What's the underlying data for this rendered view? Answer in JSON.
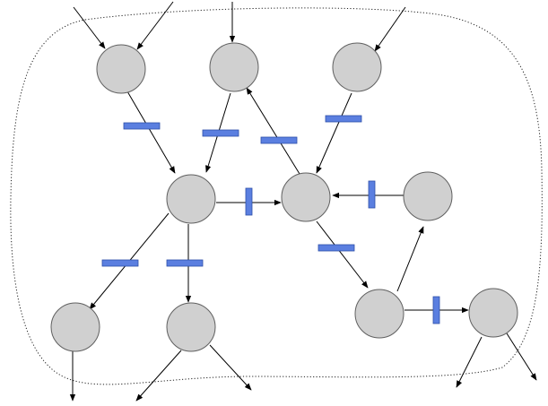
{
  "diagram": {
    "type": "petri-net",
    "colors": {
      "place_fill": "#d0d0d0",
      "place_stroke": "#606060",
      "transition_fill": "#5b7fe0",
      "arc": "#000000"
    },
    "places": [
      {
        "id": "p-top-1"
      },
      {
        "id": "p-top-2"
      },
      {
        "id": "p-top-3"
      },
      {
        "id": "p-center-left"
      },
      {
        "id": "p-center"
      },
      {
        "id": "p-right"
      },
      {
        "id": "p-bottom-left"
      },
      {
        "id": "p-bottom-mid"
      },
      {
        "id": "p-bottom-right-1"
      },
      {
        "id": "p-bottom-right-2"
      }
    ],
    "transitions": [
      {
        "id": "t1"
      },
      {
        "id": "t2"
      },
      {
        "id": "t3"
      },
      {
        "id": "t4"
      },
      {
        "id": "t5"
      },
      {
        "id": "t6"
      },
      {
        "id": "t7"
      },
      {
        "id": "t8"
      },
      {
        "id": "t9"
      },
      {
        "id": "t10"
      }
    ]
  }
}
